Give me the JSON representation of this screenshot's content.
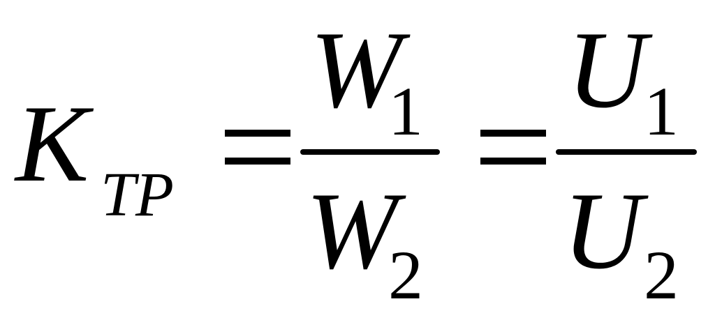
{
  "formula": {
    "lhs": {
      "symbol": "K",
      "subscript": "ТР"
    },
    "fraction_1": {
      "numerator": {
        "symbol": "W",
        "subscript": "1"
      },
      "denominator": {
        "symbol": "W",
        "subscript": "2"
      }
    },
    "fraction_2": {
      "numerator": {
        "symbol": "U",
        "subscript": "1"
      },
      "denominator": {
        "symbol": "U",
        "subscript": "2"
      }
    },
    "operator": "="
  }
}
